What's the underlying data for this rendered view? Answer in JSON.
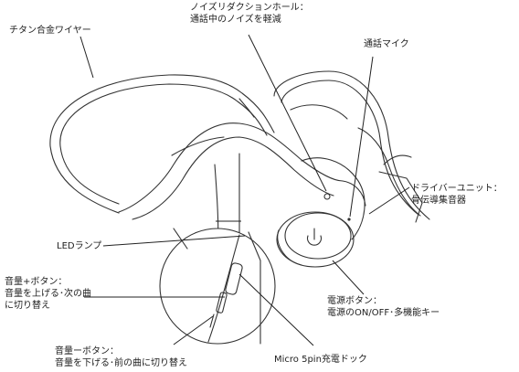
{
  "labels": {
    "titanium_wire": "チタン合金ワイヤー",
    "noise_hole": [
      "ノイズリダクションホール：",
      "通話中のノイズを軽減"
    ],
    "call_mic": "通話マイク",
    "driver_unit": [
      "ドライバーユニット：",
      "骨伝導集音器"
    ],
    "led_lamp": "LEDランプ",
    "volume_up": [
      "音量+ボタン：",
      "音量を上げる･次の曲",
      "に切り替え"
    ],
    "volume_down": [
      "音量ーボタン：",
      "音量を下げる･前の曲に切り替え"
    ],
    "micro_usb": "Micro 5pin充電ドック",
    "power_button": [
      "電源ボタン：",
      "電源のON/OFF･多機能キー"
    ]
  },
  "colors": {
    "line": "#222222",
    "text": "#222222",
    "background": "#ffffff"
  },
  "icons": {
    "power": "power-symbol-icon"
  }
}
